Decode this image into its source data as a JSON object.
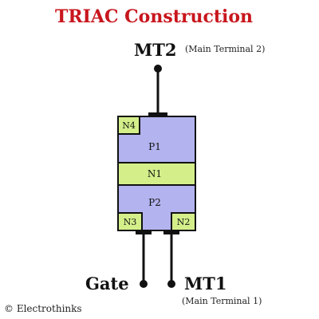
{
  "title": "TRIAC Construction",
  "terminals": {
    "mt2": {
      "label": "MT2",
      "desc": "(Main Terminal 2)"
    },
    "mt1": {
      "label": "MT1",
      "desc": "(Main Terminal 1)"
    },
    "gate": {
      "label": "Gate"
    }
  },
  "layers": {
    "p1": "P1",
    "n1": "N1",
    "p2": "P2",
    "n2": "N2",
    "n3": "N3",
    "n4": "N4"
  },
  "copyright": "© Electrothinks",
  "colors": {
    "title": "#c8161d",
    "p_region": "#b3b3ef",
    "n_region": "#d4ef8a",
    "outline": "#111111"
  }
}
